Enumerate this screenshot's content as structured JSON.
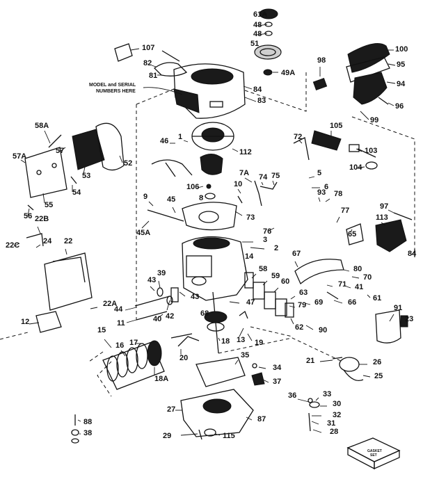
{
  "diagram": {
    "note_lines": [
      "MODEL and SERIAL",
      "NUMBERS HERE"
    ],
    "kit_label_lines": [
      "GASKET",
      "SET"
    ],
    "colors": {
      "ink": "#111111",
      "paper": "#ffffff"
    },
    "callouts": [
      "61A",
      "48",
      "48",
      "51",
      "49A",
      "107",
      "82",
      "81",
      "83",
      "84",
      "98",
      "100",
      "95",
      "94",
      "96",
      "99",
      "58A",
      "57",
      "57A",
      "53",
      "52",
      "54",
      "55",
      "56",
      "46",
      "1",
      "112",
      "72",
      "105",
      "103",
      "104",
      "106",
      "8",
      "7A",
      "74",
      "75",
      "10",
      "5",
      "6",
      "93",
      "78",
      "97",
      "113",
      "84",
      "45",
      "9",
      "73",
      "45A",
      "22B",
      "22C",
      "24",
      "22",
      "76",
      "3",
      "2",
      "77",
      "65",
      "67",
      "14",
      "58",
      "59",
      "60",
      "79",
      "80",
      "70",
      "41",
      "43",
      "39",
      "44",
      "43",
      "42",
      "40",
      "11",
      "47",
      "68",
      "69",
      "66",
      "71",
      "61",
      "63",
      "62",
      "90",
      "91",
      "23",
      "22A",
      "12",
      "13",
      "18",
      "19",
      "15",
      "16",
      "17",
      "18A",
      "20",
      "21",
      "26",
      "25",
      "35",
      "34",
      "37",
      "36",
      "33",
      "30",
      "32",
      "31",
      "28",
      "27",
      "87",
      "88",
      "38",
      "29",
      "115"
    ]
  }
}
